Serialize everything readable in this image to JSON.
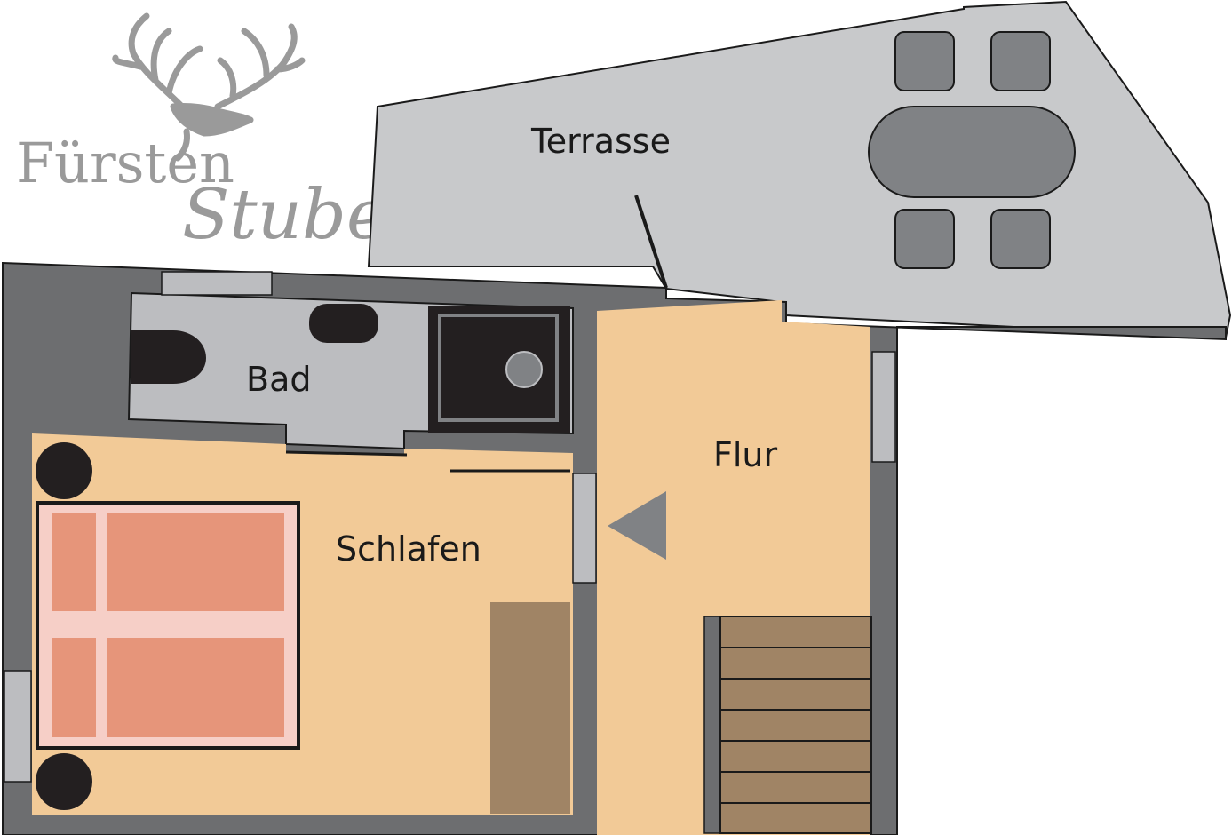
{
  "logo": {
    "line1": "Fürsten",
    "line2": "Stube"
  },
  "rooms": {
    "terrace": "Terrasse",
    "bath": "Bad",
    "hall": "Flur",
    "bedroom": "Schlafen"
  },
  "colors": {
    "wall": "#6d6e70",
    "terrace": "#c8c9cb",
    "bath": "#bcbdc0",
    "floor": "#f2ca97",
    "bed_frame": "#f6cfc7",
    "mattress": "#e6957a",
    "wardrobe": "#a08465",
    "stairs": "#a08465",
    "furniture_dark": "#808285",
    "logo": "#9a9a9a"
  }
}
